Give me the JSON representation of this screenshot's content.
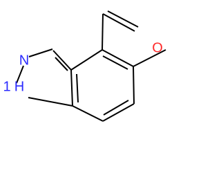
{
  "molecule": {
    "atom_labels": {
      "nitrogen": "N",
      "nh_nitrogen": "N",
      "nh_hydrogen": "H",
      "nh_prefix": "1",
      "oxygen": "O"
    },
    "colors": {
      "nitrogen": "#2b2bff",
      "oxygen": "#ff2b2b",
      "bond": "#000000",
      "background": "#ffffff"
    }
  }
}
